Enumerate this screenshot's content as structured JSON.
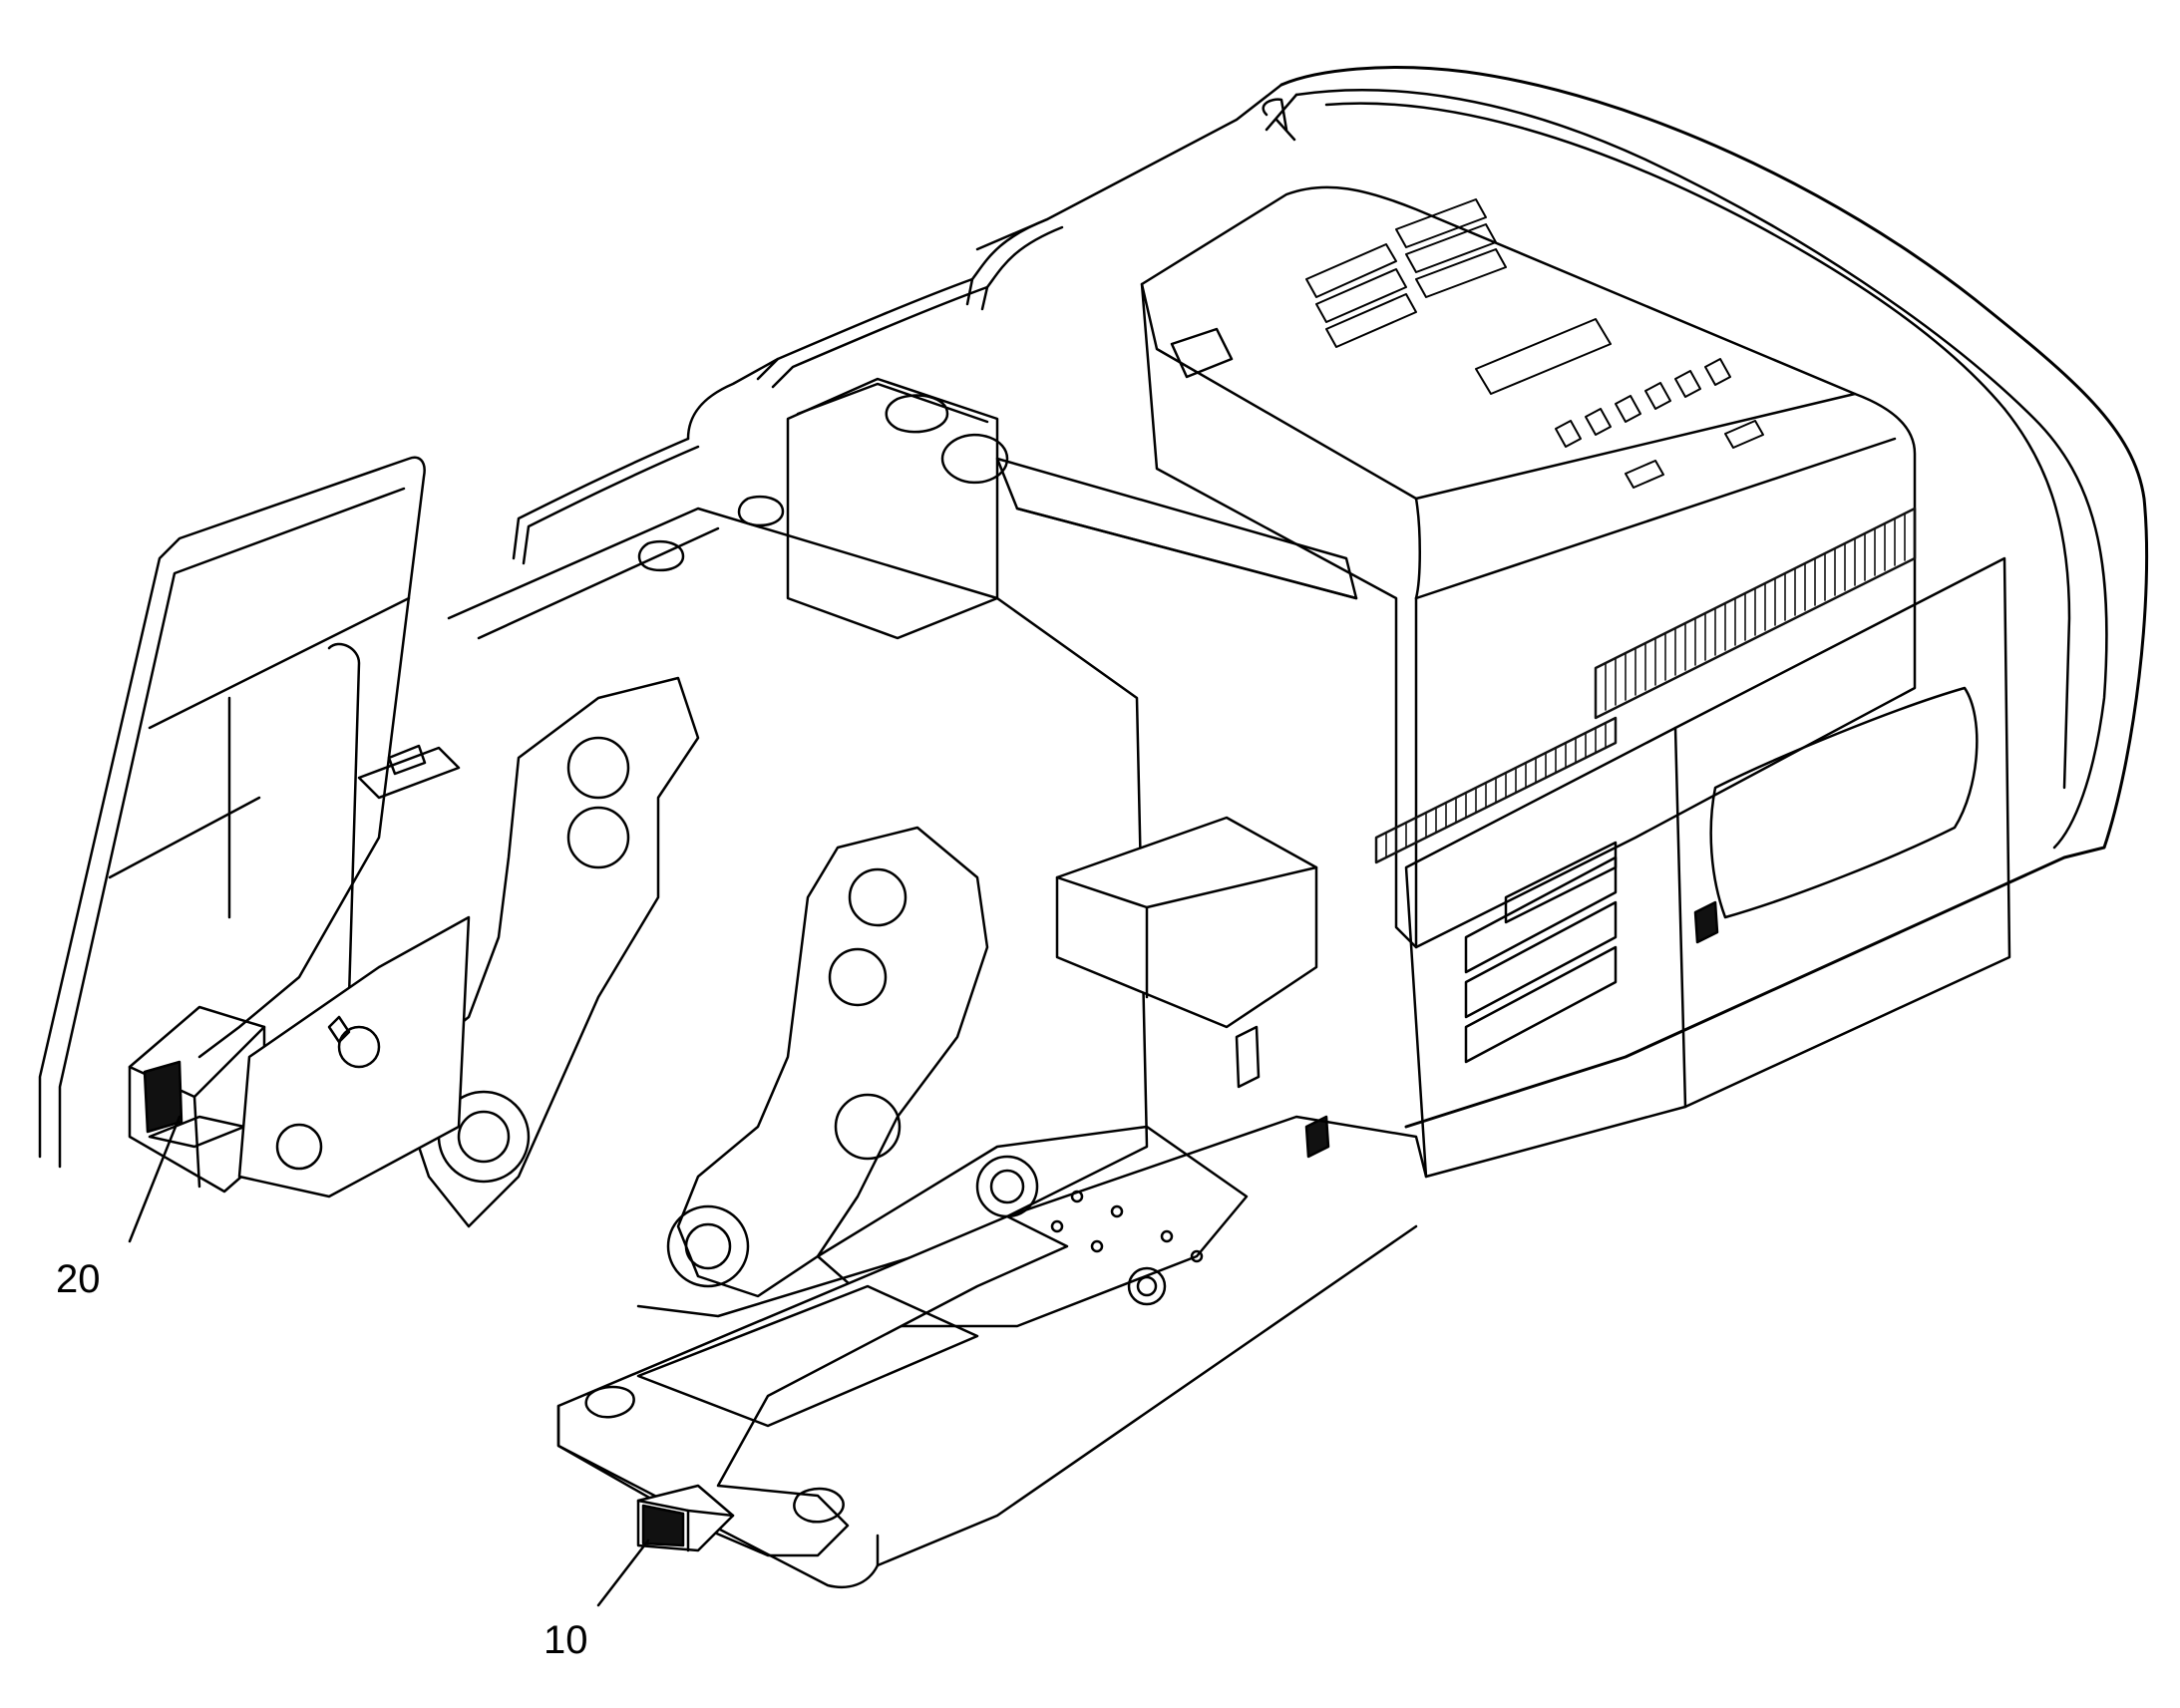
{
  "diagram": {
    "callouts": [
      {
        "id": "20",
        "label": "20"
      },
      {
        "id": "10",
        "label": "10"
      }
    ]
  },
  "colors": {
    "ink": "#000000",
    "paper": "#ffffff",
    "grille": "#111111"
  }
}
